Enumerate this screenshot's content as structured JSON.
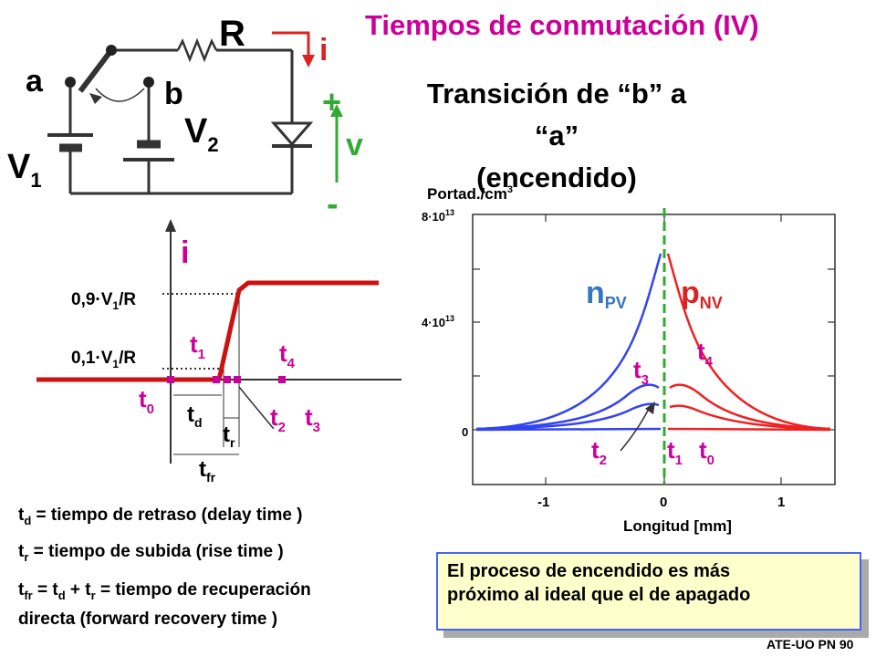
{
  "title": "Tiempos de conmutación (IV)",
  "subtitle_line1": "Transición de “b” a “a”",
  "subtitle_line2": "(encendido)",
  "circuit": {
    "R": "R",
    "a": "a",
    "b": "b",
    "i": "i",
    "plus": "+",
    "minus": "-",
    "v": "v",
    "V1_main": "V",
    "V1_sub": "1",
    "V2_main": "V",
    "V2_sub": "2"
  },
  "waveform": {
    "i_label": "i",
    "level_high_pre": "0,9·V",
    "level_high_sub": "1",
    "level_high_post": "/R",
    "level_low_pre": "0,1·V",
    "level_low_sub": "1",
    "level_low_post": "/R",
    "t": "t",
    "t0": "0",
    "t1": "1",
    "t2": "2",
    "t3": "3",
    "t4": "4",
    "td": "d",
    "tr": "r",
    "tfr": "fr"
  },
  "definitions": {
    "td_sub": "d",
    "td_text": " = tiempo de retraso (delay time )",
    "tr_sub": "r",
    "tr_text": " = tiempo de subida (rise time )",
    "tfr_sub": "fr",
    "tfr_mid1": " = t",
    "tfr_mid2": " + t",
    "tfr_text": " = tiempo de recuperación",
    "tfr_line2": "directa (forward recovery time )"
  },
  "carrier_plot": {
    "ylabel_pre": "Portad./cm",
    "ylabel_sup": "3",
    "ytick_8": "8·10",
    "ytick_8_exp": "13",
    "ytick_4": "4·10",
    "ytick_4_exp": "13",
    "ytick_0": "0",
    "xticks": [
      "-1",
      "0",
      "1"
    ],
    "xlabel": "Longitud  [mm]",
    "n_label": "n",
    "n_sub": "PV",
    "p_label": "p",
    "p_sub": "NV",
    "t": "t",
    "t0": "0",
    "t1": "1",
    "t2": "2",
    "t3": "3",
    "t4": "4"
  },
  "note_line1": "El proceso de encendido es más",
  "note_line2": "próximo al ideal que el de apagado",
  "footer": "ATE-UO PN 90",
  "colors": {
    "magenta": "#cc0099",
    "red": "#dd2222",
    "blue": "#3344ee",
    "teal": "#3377bb",
    "green": "#33aa33"
  }
}
